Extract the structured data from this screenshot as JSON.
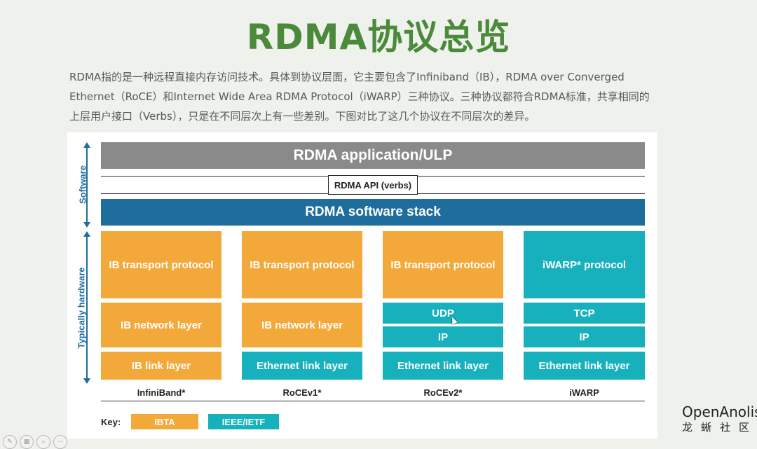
{
  "slide": {
    "title": "RDMA协议总览",
    "intro": [
      "RDMA指的是一种远程直接内存访问技术。具体到协议层面，它主要包含了Infiniband（IB），RDMA over Converged",
      "Ethernet（RoCE）和Internet Wide Area RDMA Protocol（iWARP）三种协议。三种协议都符合RDMA标准，共享相同的",
      "上层用户接口（Verbs），只是在不同层次上有一些差别。下图对比了这几个协议在不同层次的差异。"
    ]
  },
  "diagram": {
    "ulp": "RDMA application/ULP",
    "api": "RDMA API (verbs)",
    "stack": "RDMA software stack",
    "axis_software": "Software",
    "axis_hardware": "Typically hardware",
    "columns": [
      {
        "name": "InfiniBand*",
        "transport": "IB transport protocol",
        "network": "IB network layer",
        "link": "IB link layer"
      },
      {
        "name": "RoCEv1*",
        "transport": "IB transport protocol",
        "network": "IB network layer",
        "link": "Ethernet link layer"
      },
      {
        "name": "RoCEv2*",
        "transport": "IB transport protocol",
        "network_a": "UDP",
        "network_b": "IP",
        "link": "Ethernet link layer"
      },
      {
        "name": "iWARP",
        "transport": "iWARP* protocol",
        "network_a": "TCP",
        "network_b": "IP",
        "link": "Ethernet link layer"
      }
    ],
    "key": {
      "label": "Key:",
      "ibta": "IBTA",
      "ieee": "IEEE/IETF"
    },
    "colors": {
      "ibta": "#f3a93a",
      "ieee": "#17b1bd",
      "stack": "#1e6d9c",
      "ulp": "#8a8a8a"
    }
  },
  "logo": {
    "en": "OpenAnolis",
    "zh": "龙蜥社区"
  },
  "toolbar": [
    "pen-icon",
    "slides-icon",
    "zoom-icon",
    "more-icon"
  ]
}
